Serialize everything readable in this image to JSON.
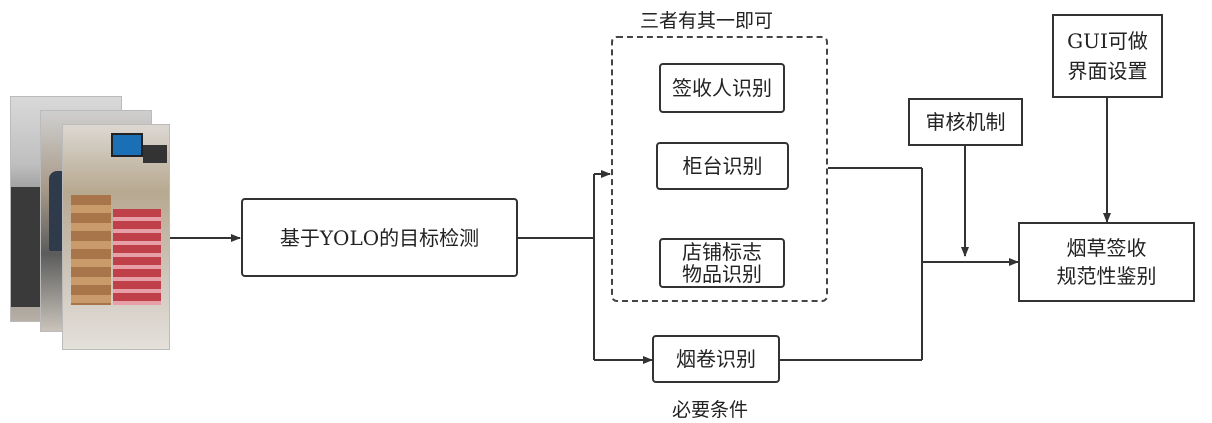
{
  "nodes": {
    "detect": "基于YOLO的目标检测",
    "signer": "签收人识别",
    "counter": "柜台识别",
    "logo_line1": "店铺标志",
    "logo_line2": "物品识别",
    "cigarette": "烟卷识别",
    "audit": "审核机制",
    "gui_line1": "GUI可做",
    "gui_line2": "界面设置",
    "result_line1": "烟草签收",
    "result_line2": "规范性鉴别"
  },
  "captions": {
    "either": "三者有其一即可",
    "required": "必要条件"
  },
  "colors": {
    "line": "#333333",
    "shelf_red": "#c0404a",
    "shelf_brown": "#8a6a4a"
  }
}
